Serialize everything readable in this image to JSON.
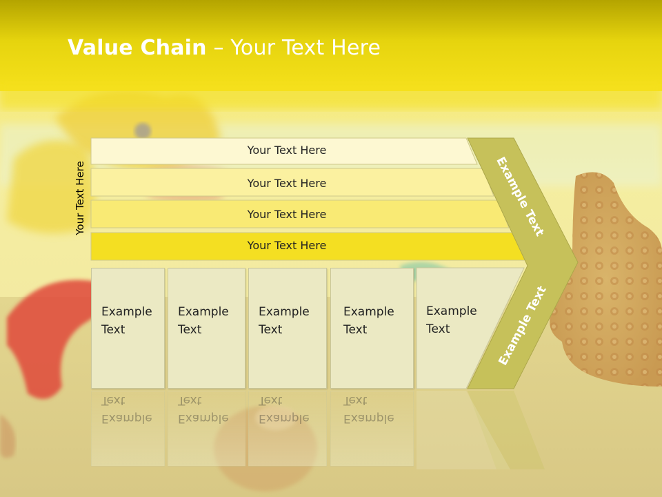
{
  "slide": {
    "title_bold": "Value Chain",
    "title_rest": " – Your Text Here"
  },
  "side_label": "Your Text Here",
  "bands": [
    {
      "label": "Your Text Here",
      "color": "#fdf8d2"
    },
    {
      "label": "Your Text Here",
      "color": "#fbf1a0"
    },
    {
      "label": "Your Text Here",
      "color": "#f9ea74"
    },
    {
      "label": "Your Text Here",
      "color": "#f4df22"
    }
  ],
  "boxes": [
    {
      "line1": "Example",
      "line2": "Text"
    },
    {
      "line1": "Example",
      "line2": "Text"
    },
    {
      "line1": "Example",
      "line2": "Text"
    },
    {
      "line1": "Example",
      "line2": "Text"
    },
    {
      "line1": "Example",
      "line2": "Text"
    }
  ],
  "chevron": {
    "upper_label": "Example Text",
    "lower_label": "Example Text",
    "color": "#c6c15a"
  },
  "colors": {
    "header_top": "#b5a400",
    "header_bottom": "#f4e01a",
    "box_fill": "#ebe9c3"
  }
}
